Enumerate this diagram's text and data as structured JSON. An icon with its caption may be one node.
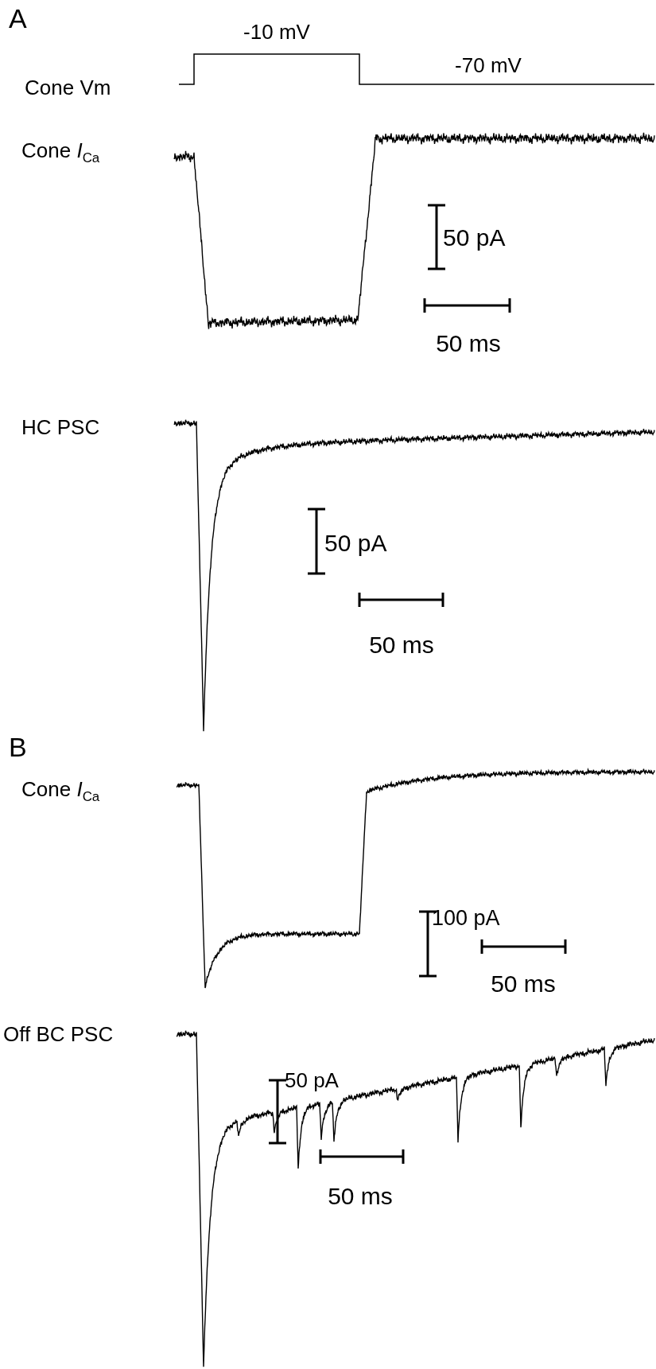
{
  "diagram": {
    "labels": [
      "A",
      "-10 mV",
      "Cone Vm",
      "-70 mV",
      "Cone *I*$_{Ca}$",
      "50 pA",
      "50 ms",
      "HC PSC",
      "50 pA",
      "50 ms",
      "B",
      "Cone *I*$_{Ca}$",
      "100 pA",
      "50 ms",
      "Off BC PSC",
      "50 pA",
      "50 ms"
    ]
  }
}
